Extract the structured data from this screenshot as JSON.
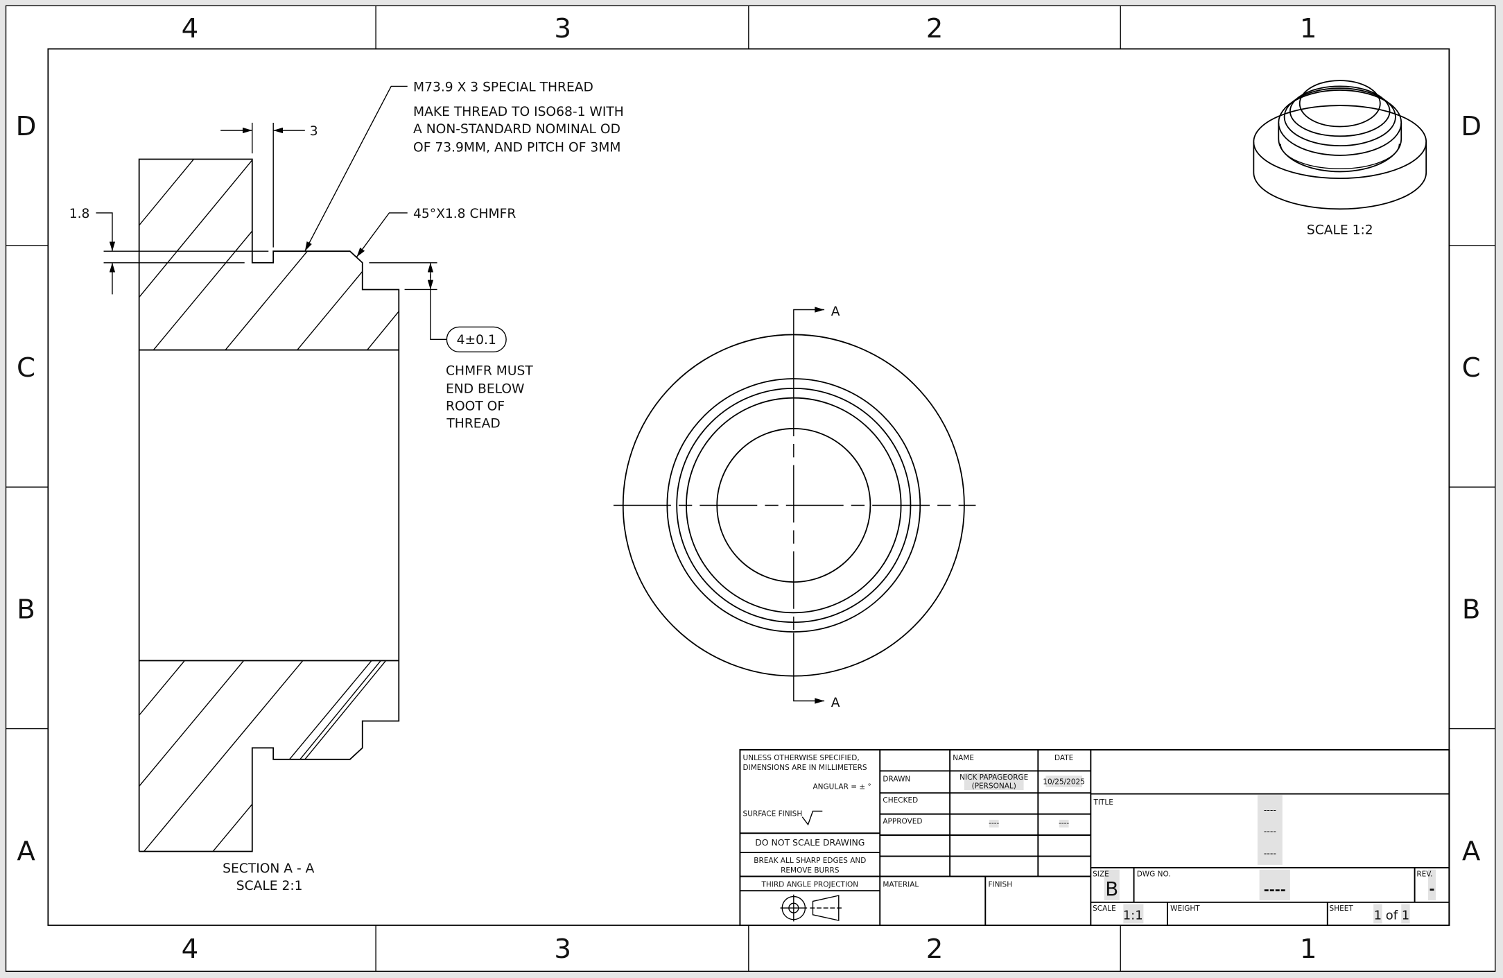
{
  "sheet": {
    "zones_columns": [
      "4",
      "3",
      "2",
      "1"
    ],
    "zones_rows": [
      "D",
      "C",
      "B",
      "A"
    ]
  },
  "section_view": {
    "thread_callout": "M73.9 X 3 SPECIAL THREAD",
    "thread_note": [
      "MAKE THREAD TO ISO68-1 WITH",
      "A NON-STANDARD NOMINAL OD",
      "OF 73.9MM, AND PITCH OF 3MM"
    ],
    "dim_groove_width": "3",
    "dim_thread_depth": "1.8",
    "chamfer_callout": "45°X1.8 CHMFR",
    "dim_basic": "4±0.1",
    "chamfer_note": [
      "CHMFR MUST",
      "END BELOW",
      "ROOT OF",
      "THREAD"
    ],
    "label": "SECTION A - A",
    "scale": "SCALE 2:1"
  },
  "front_view": {
    "section_marker": "A"
  },
  "iso_view": {
    "scale": "SCALE 1:2"
  },
  "title_block": {
    "notes": [
      "UNLESS OTHERWISE SPECIFIED,",
      "DIMENSIONS ARE IN MILLIMETERS"
    ],
    "angular": "ANGULAR = ± °",
    "surface_finish": "SURFACE FINISH",
    "do_not_scale": "DO NOT SCALE DRAWING",
    "break_edges": [
      "BREAK ALL SHARP EDGES AND",
      "REMOVE BURRS"
    ],
    "projection": "THIRD ANGLE PROJECTION",
    "name_header": "NAME",
    "date_header": "DATE",
    "drawn_label": "DRAWN",
    "drawn_name": [
      "NICK PAPAGEORGE",
      "(PERSONAL)"
    ],
    "drawn_date": "10/25/2025",
    "checked_label": "CHECKED",
    "approved_label": "APPROVED",
    "approved_name": "----",
    "approved_date": "----",
    "material_label": "MATERIAL",
    "finish_label": "FINISH",
    "title_label": "TITLE",
    "title_lines": [
      "----",
      "----",
      "----"
    ],
    "size_label": "SIZE",
    "size_value": "B",
    "dwg_no_label": "DWG NO.",
    "dwg_no_value": "----",
    "rev_label": "REV.",
    "rev_value": "-",
    "scale_label": "SCALE",
    "scale_value": "1:1",
    "weight_label": "WEIGHT",
    "sheet_label": "SHEET",
    "sheet_value": "1 of 1"
  }
}
